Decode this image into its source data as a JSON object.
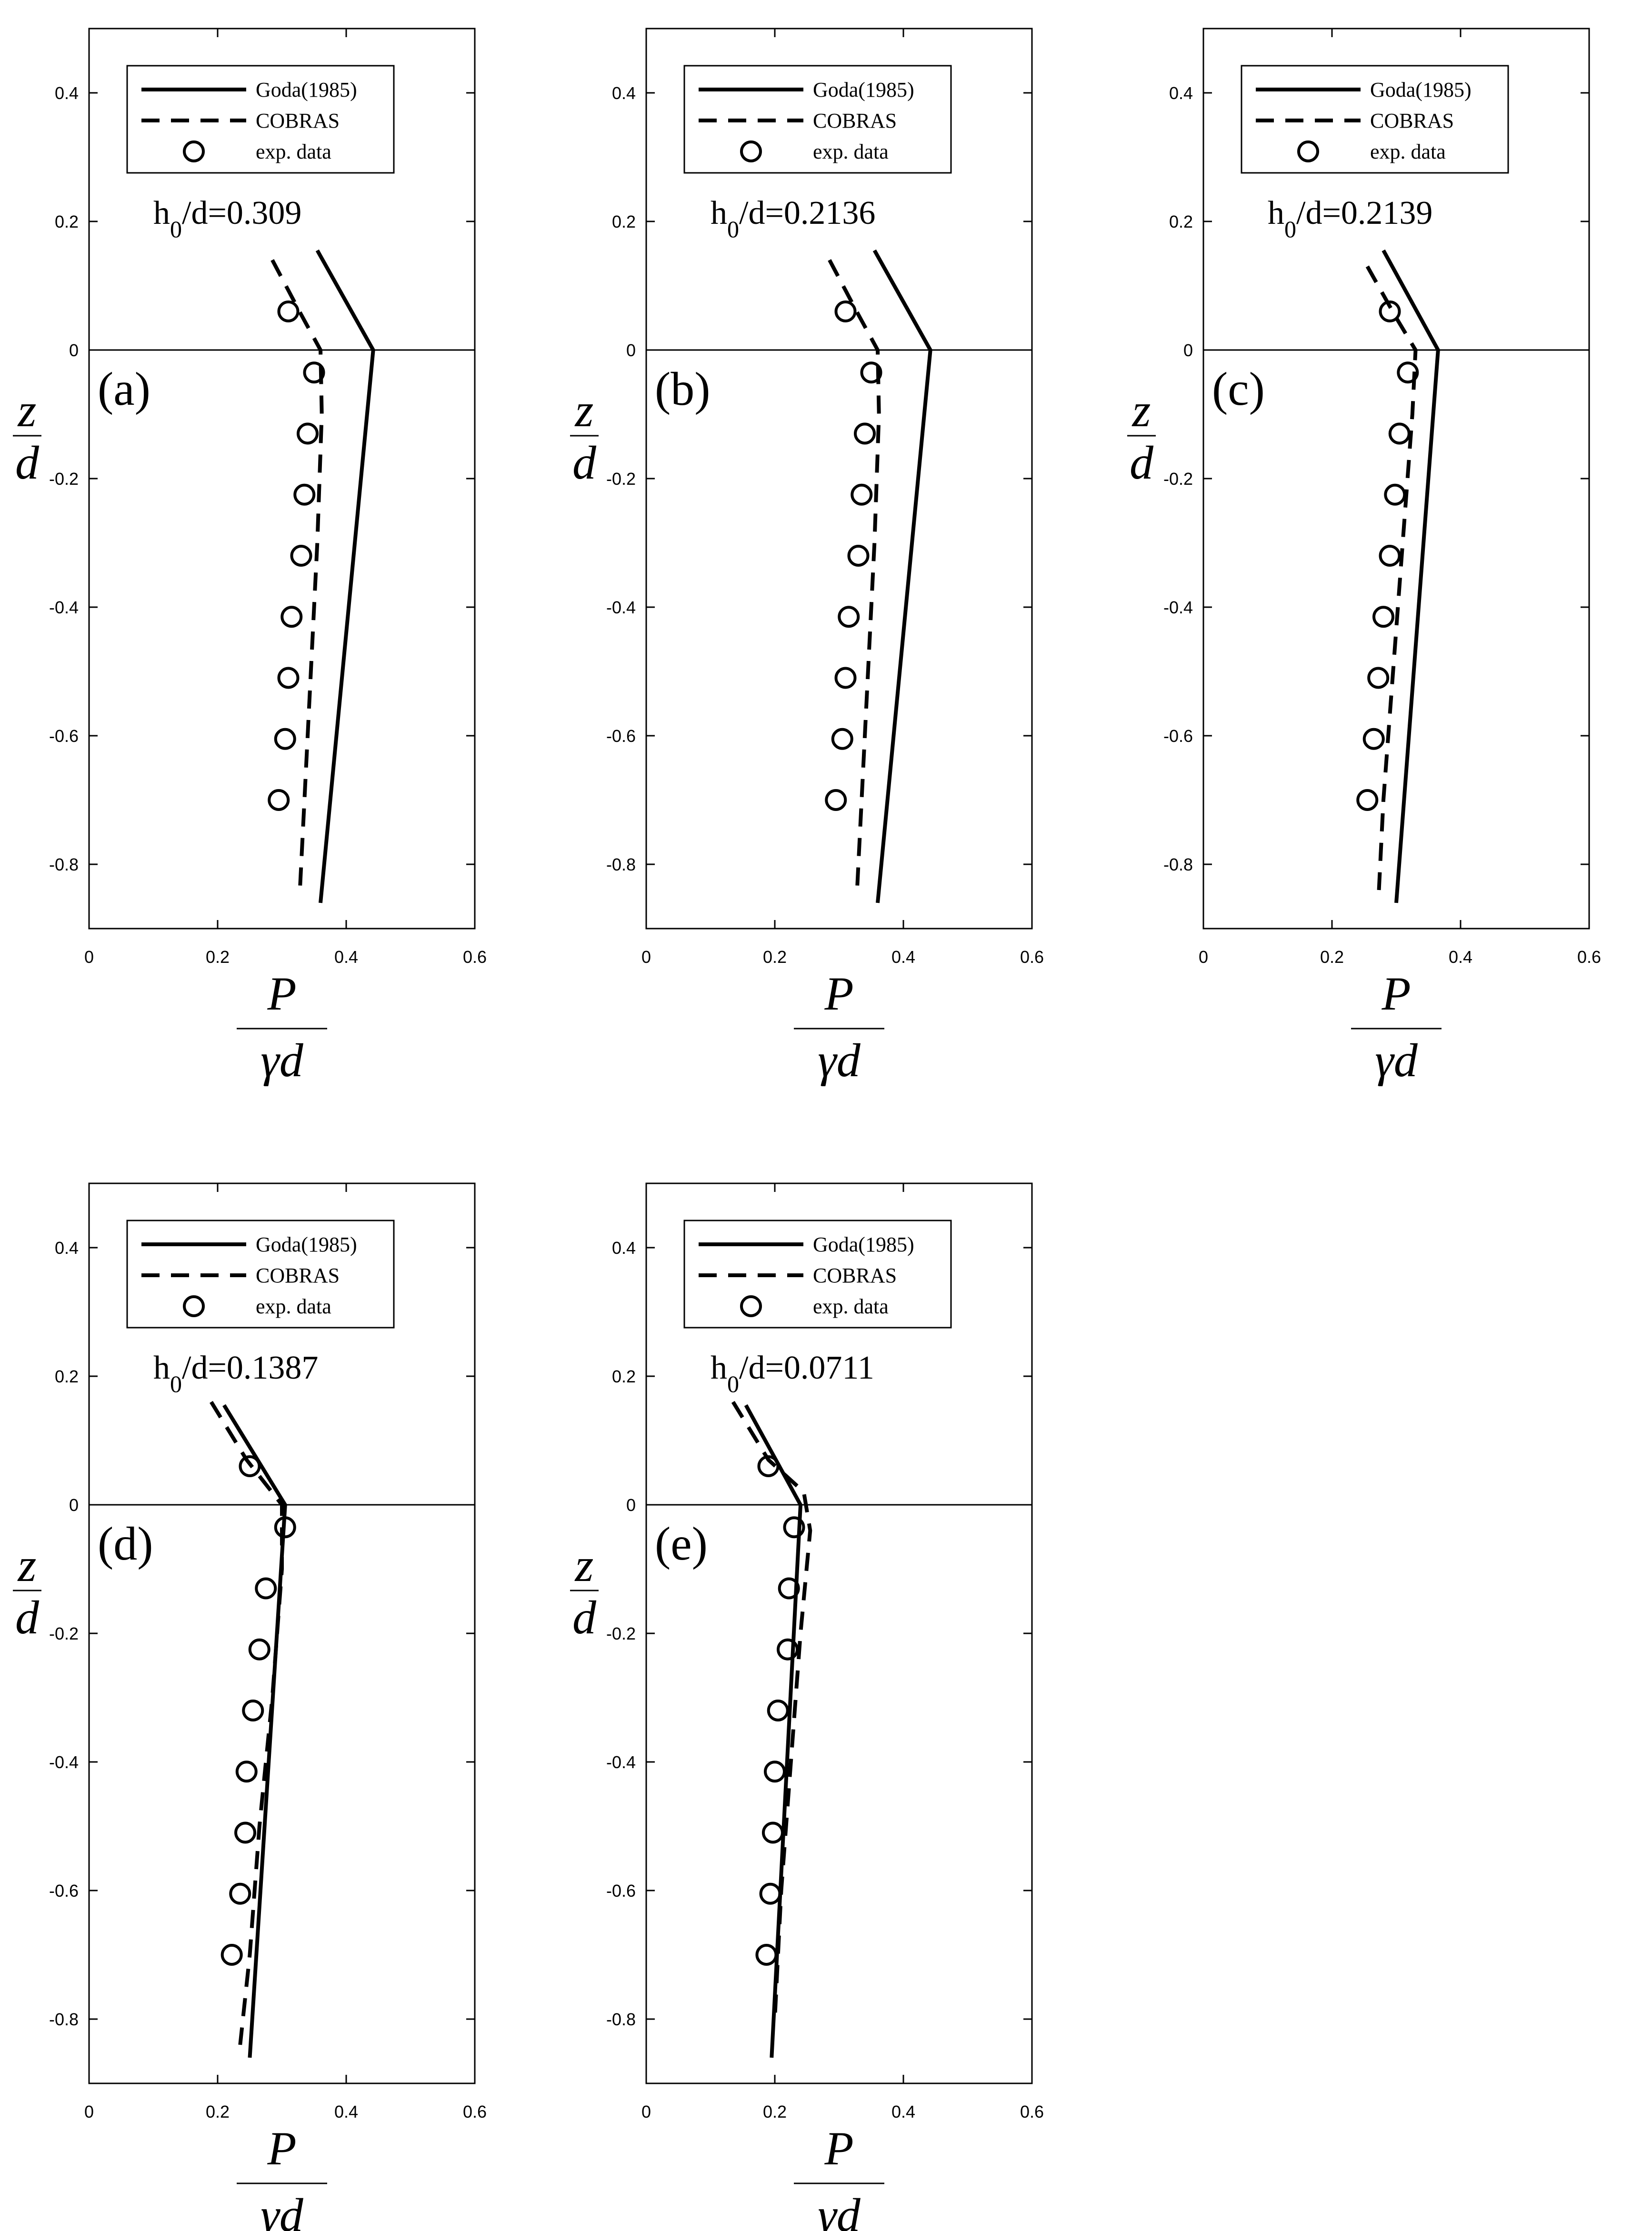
{
  "chart_data": [
    {
      "type": "line",
      "panel_label": "(a)",
      "annotation": {
        "base": "h",
        "sub": "0",
        "rest": "/d=0.309"
      },
      "xlim": [
        0,
        0.6
      ],
      "ylim": [
        -0.9,
        0.5
      ],
      "xticks": [
        0,
        0.2,
        0.4,
        0.6
      ],
      "yticks": [
        0.4,
        0.2,
        0,
        -0.2,
        -0.4,
        -0.6,
        -0.8
      ],
      "xlabel_num": "P",
      "xlabel_den": "γd",
      "ylabel_num": "z",
      "ylabel_den": "d",
      "legend": [
        "Goda(1985)",
        "COBRAS",
        "exp. data"
      ],
      "series": [
        {
          "name": "Goda(1985)",
          "style": "solid",
          "points": [
            [
              0.355,
              0.155
            ],
            [
              0.442,
              0.0
            ],
            [
              0.36,
              -0.86
            ]
          ]
        },
        {
          "name": "COBRAS",
          "style": "dashed",
          "points": [
            [
              0.285,
              0.14
            ],
            [
              0.33,
              0.055
            ],
            [
              0.36,
              0.0
            ],
            [
              0.362,
              -0.1
            ],
            [
              0.355,
              -0.3
            ],
            [
              0.345,
              -0.5
            ],
            [
              0.335,
              -0.7
            ],
            [
              0.328,
              -0.84
            ]
          ]
        },
        {
          "name": "exp. data",
          "style": "marker",
          "points": [
            [
              0.31,
              0.06
            ],
            [
              0.35,
              -0.035
            ],
            [
              0.34,
              -0.13
            ],
            [
              0.335,
              -0.225
            ],
            [
              0.33,
              -0.32
            ],
            [
              0.315,
              -0.415
            ],
            [
              0.31,
              -0.51
            ],
            [
              0.305,
              -0.605
            ],
            [
              0.295,
              -0.7
            ]
          ]
        }
      ]
    },
    {
      "type": "line",
      "panel_label": "(b)",
      "annotation": {
        "base": "h",
        "sub": "0",
        "rest": "/d=0.2136"
      },
      "xlim": [
        0,
        0.6
      ],
      "ylim": [
        -0.9,
        0.5
      ],
      "xticks": [
        0,
        0.2,
        0.4,
        0.6
      ],
      "yticks": [
        0.4,
        0.2,
        0,
        -0.2,
        -0.4,
        -0.6,
        -0.8
      ],
      "xlabel_num": "P",
      "xlabel_den": "γd",
      "ylabel_num": "z",
      "ylabel_den": "d",
      "legend": [
        "Goda(1985)",
        "COBRAS",
        "exp. data"
      ],
      "series": [
        {
          "name": "Goda(1985)",
          "style": "solid",
          "points": [
            [
              0.355,
              0.155
            ],
            [
              0.442,
              0.0
            ],
            [
              0.36,
              -0.86
            ]
          ]
        },
        {
          "name": "COBRAS",
          "style": "dashed",
          "points": [
            [
              0.285,
              0.14
            ],
            [
              0.33,
              0.055
            ],
            [
              0.36,
              0.0
            ],
            [
              0.362,
              -0.1
            ],
            [
              0.355,
              -0.3
            ],
            [
              0.345,
              -0.5
            ],
            [
              0.335,
              -0.7
            ],
            [
              0.328,
              -0.84
            ]
          ]
        },
        {
          "name": "exp. data",
          "style": "marker",
          "points": [
            [
              0.31,
              0.06
            ],
            [
              0.35,
              -0.035
            ],
            [
              0.34,
              -0.13
            ],
            [
              0.335,
              -0.225
            ],
            [
              0.33,
              -0.32
            ],
            [
              0.315,
              -0.415
            ],
            [
              0.31,
              -0.51
            ],
            [
              0.305,
              -0.605
            ],
            [
              0.295,
              -0.7
            ]
          ]
        }
      ]
    },
    {
      "type": "line",
      "panel_label": "(c)",
      "annotation": {
        "base": "h",
        "sub": "0",
        "rest": "/d=0.2139"
      },
      "xlim": [
        0,
        0.6
      ],
      "ylim": [
        -0.9,
        0.5
      ],
      "xticks": [
        0,
        0.2,
        0.4,
        0.6
      ],
      "yticks": [
        0.4,
        0.2,
        0,
        -0.2,
        -0.4,
        -0.6,
        -0.8
      ],
      "xlabel_num": "P",
      "xlabel_den": "γd",
      "ylabel_num": "z",
      "ylabel_den": "d",
      "legend": [
        "Goda(1985)",
        "COBRAS",
        "exp. data"
      ],
      "series": [
        {
          "name": "Goda(1985)",
          "style": "solid",
          "points": [
            [
              0.28,
              0.155
            ],
            [
              0.365,
              0.0
            ],
            [
              0.3,
              -0.86
            ]
          ]
        },
        {
          "name": "COBRAS",
          "style": "dashed",
          "points": [
            [
              0.255,
              0.13
            ],
            [
              0.3,
              0.05
            ],
            [
              0.33,
              0.0
            ],
            [
              0.325,
              -0.1
            ],
            [
              0.31,
              -0.3
            ],
            [
              0.295,
              -0.5
            ],
            [
              0.28,
              -0.7
            ],
            [
              0.273,
              -0.84
            ]
          ]
        },
        {
          "name": "exp. data",
          "style": "marker",
          "points": [
            [
              0.29,
              0.06
            ],
            [
              0.318,
              -0.035
            ],
            [
              0.305,
              -0.13
            ],
            [
              0.298,
              -0.225
            ],
            [
              0.29,
              -0.32
            ],
            [
              0.28,
              -0.415
            ],
            [
              0.272,
              -0.51
            ],
            [
              0.265,
              -0.605
            ],
            [
              0.255,
              -0.7
            ]
          ]
        }
      ]
    },
    {
      "type": "line",
      "panel_label": "(d)",
      "annotation": {
        "base": "h",
        "sub": "0",
        "rest": "/d=0.1387"
      },
      "xlim": [
        0,
        0.6
      ],
      "ylim": [
        -0.9,
        0.5
      ],
      "xticks": [
        0,
        0.2,
        0.4,
        0.6
      ],
      "yticks": [
        0.4,
        0.2,
        0,
        -0.2,
        -0.4,
        -0.6,
        -0.8
      ],
      "xlabel_num": "P",
      "xlabel_den": "γd",
      "ylabel_num": "z",
      "ylabel_den": "d",
      "legend": [
        "Goda(1985)",
        "COBRAS",
        "exp. data"
      ],
      "series": [
        {
          "name": "Goda(1985)",
          "style": "solid",
          "points": [
            [
              0.21,
              0.155
            ],
            [
              0.305,
              0.0
            ],
            [
              0.25,
              -0.86
            ]
          ]
        },
        {
          "name": "COBRAS",
          "style": "dashed",
          "points": [
            [
              0.19,
              0.16
            ],
            [
              0.245,
              0.07
            ],
            [
              0.3,
              0.0
            ],
            [
              0.3,
              -0.1
            ],
            [
              0.285,
              -0.3
            ],
            [
              0.265,
              -0.5
            ],
            [
              0.25,
              -0.7
            ],
            [
              0.235,
              -0.84
            ]
          ]
        },
        {
          "name": "exp. data",
          "style": "marker",
          "points": [
            [
              0.25,
              0.06
            ],
            [
              0.305,
              -0.035
            ],
            [
              0.275,
              -0.13
            ],
            [
              0.265,
              -0.225
            ],
            [
              0.255,
              -0.32
            ],
            [
              0.245,
              -0.415
            ],
            [
              0.243,
              -0.51
            ],
            [
              0.235,
              -0.605
            ],
            [
              0.222,
              -0.7
            ]
          ]
        }
      ]
    },
    {
      "type": "line",
      "panel_label": "(e)",
      "annotation": {
        "base": "h",
        "sub": "0",
        "rest": "/d=0.0711"
      },
      "xlim": [
        0,
        0.6
      ],
      "ylim": [
        -0.9,
        0.5
      ],
      "xticks": [
        0,
        0.2,
        0.4,
        0.6
      ],
      "yticks": [
        0.4,
        0.2,
        0,
        -0.2,
        -0.4,
        -0.6,
        -0.8
      ],
      "xlabel_num": "P",
      "xlabel_den": "γd",
      "ylabel_num": "z",
      "ylabel_den": "d",
      "legend": [
        "Goda(1985)",
        "COBRAS",
        "exp. data"
      ],
      "series": [
        {
          "name": "Goda(1985)",
          "style": "solid",
          "points": [
            [
              0.155,
              0.155
            ],
            [
              0.24,
              0.0
            ],
            [
              0.195,
              -0.86
            ]
          ]
        },
        {
          "name": "COBRAS",
          "style": "dashed",
          "points": [
            [
              0.135,
              0.16
            ],
            [
              0.19,
              0.07
            ],
            [
              0.245,
              0.02
            ],
            [
              0.255,
              -0.04
            ],
            [
              0.24,
              -0.2
            ],
            [
              0.225,
              -0.4
            ],
            [
              0.21,
              -0.6
            ],
            [
              0.2,
              -0.8
            ]
          ]
        },
        {
          "name": "exp. data",
          "style": "marker",
          "points": [
            [
              0.19,
              0.06
            ],
            [
              0.23,
              -0.035
            ],
            [
              0.222,
              -0.13
            ],
            [
              0.22,
              -0.225
            ],
            [
              0.205,
              -0.32
            ],
            [
              0.2,
              -0.415
            ],
            [
              0.197,
              -0.51
            ],
            [
              0.193,
              -0.605
            ],
            [
              0.187,
              -0.7
            ]
          ]
        }
      ]
    }
  ]
}
